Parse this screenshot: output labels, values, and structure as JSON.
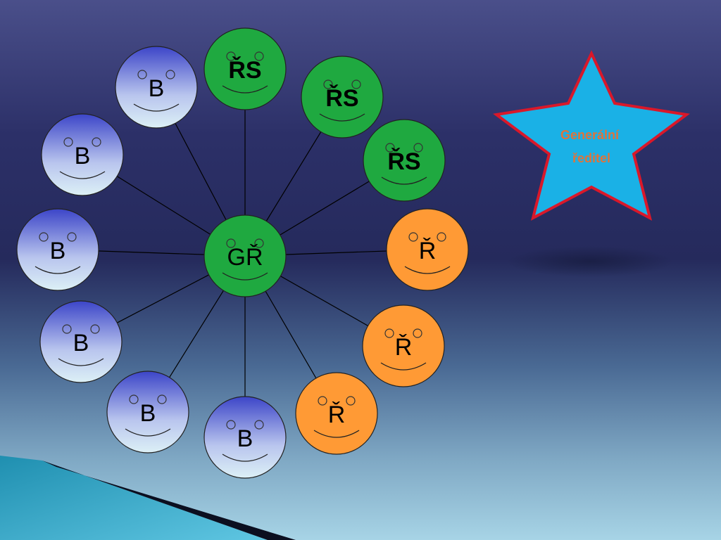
{
  "diagram": {
    "center": {
      "label": "GŘ",
      "bold": false,
      "color": "green"
    },
    "nodes": [
      {
        "label": "ŘS",
        "bold": true,
        "color": "green"
      },
      {
        "label": "ŘS",
        "bold": true,
        "color": "green"
      },
      {
        "label": "ŘS",
        "bold": true,
        "color": "green"
      },
      {
        "label": "Ř",
        "bold": false,
        "color": "orange"
      },
      {
        "label": "Ř",
        "bold": false,
        "color": "orange"
      },
      {
        "label": "Ř",
        "bold": false,
        "color": "orange"
      },
      {
        "label": "B",
        "bold": false,
        "color": "blue"
      },
      {
        "label": "B",
        "bold": false,
        "color": "blue"
      },
      {
        "label": "B",
        "bold": false,
        "color": "blue"
      },
      {
        "label": "B",
        "bold": false,
        "color": "blue"
      },
      {
        "label": "B",
        "bold": false,
        "color": "blue"
      },
      {
        "label": "B",
        "bold": false,
        "color": "blue"
      }
    ],
    "colors": {
      "green": "#1fa940",
      "orange": "#ff9a35",
      "blue_top": "#3c45c8",
      "blue_bottom": "#dcf0f6"
    }
  },
  "star": {
    "lines": [
      "Generální",
      "ředitel"
    ],
    "fill": "#1ab1e6",
    "border": "#d9182a",
    "text_color": "#e0733a"
  }
}
